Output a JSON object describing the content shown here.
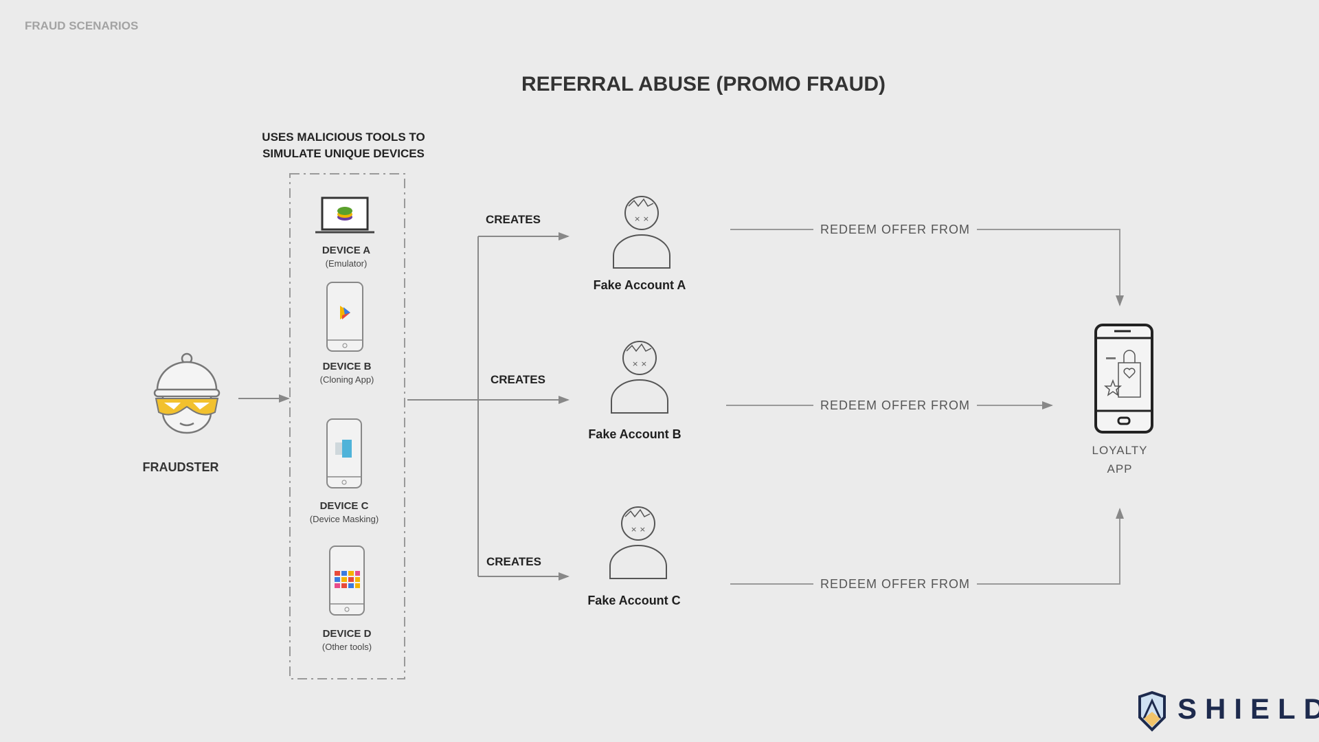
{
  "section_label": "FRAUD SCENARIOS",
  "title": "REFERRAL ABUSE (PROMO FRAUD)",
  "tools_caption": [
    "USES MALICIOUS TOOLS TO",
    "SIMULATE UNIQUE DEVICES"
  ],
  "fraudster": {
    "label": "FRAUDSTER",
    "accent": "#f2c12e"
  },
  "devices": [
    {
      "label": "DEVICE A",
      "sub": "(Emulator)",
      "icon": "laptop-emulator-icon"
    },
    {
      "label": "DEVICE B",
      "sub": "(Cloning App)",
      "icon": "phone-cloning-app-icon"
    },
    {
      "label": "DEVICE C",
      "sub": "(Device Masking)",
      "icon": "phone-masking-icon"
    },
    {
      "label": "DEVICE D",
      "sub": "(Other tools)",
      "icon": "phone-other-tools-icon"
    }
  ],
  "creates_label": "CREATES",
  "accounts": [
    {
      "label": "Fake Account A"
    },
    {
      "label": "Fake Account B"
    },
    {
      "label": "Fake Account C"
    }
  ],
  "redeem_label": "REDEEM OFFER FROM",
  "target": {
    "label_line1": "LOYALTY",
    "label_line2": "APP"
  },
  "brand": {
    "name": "SHIELD",
    "color": "#1d2a4d"
  }
}
